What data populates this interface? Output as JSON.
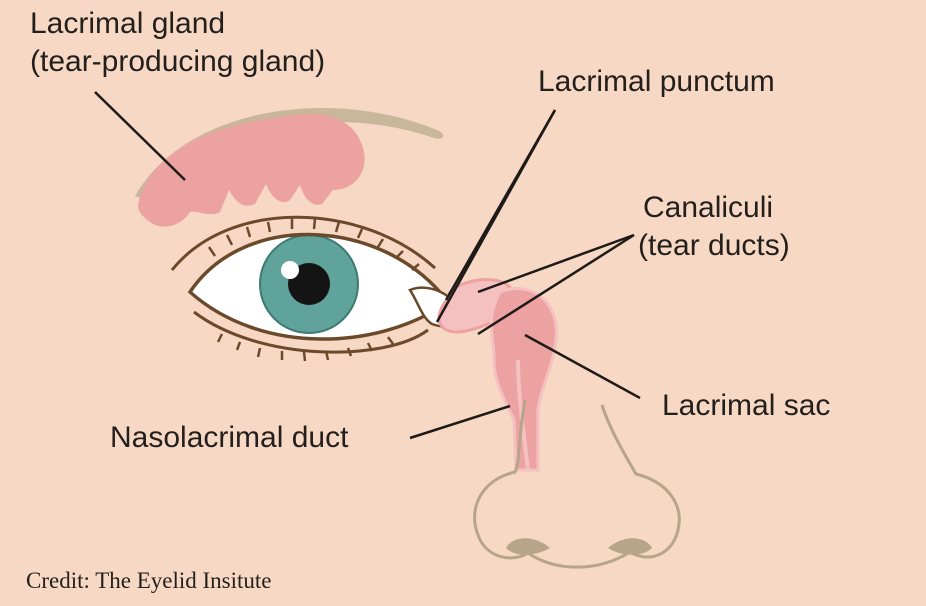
{
  "labels": {
    "lacrimal_gland": "Lacrimal gland",
    "lacrimal_gland_note": "(tear-producing gland)",
    "lacrimal_punctum": "Lacrimal punctum",
    "canaliculi": "Canaliculi",
    "canaliculi_note": "(tear ducts)",
    "lacrimal_sac": "Lacrimal sac",
    "nasolacrimal_duct": "Nasolacrimal duct"
  },
  "credit": "Credit: The Eyelid Insitute",
  "colors": {
    "background": "#f6d8c4",
    "gland_pink": "#eda2a2",
    "duct_light": "#f5c0c0",
    "iris": "#5fa39b",
    "brow": "#c9b79c",
    "outline": "#6b4a2c",
    "leader_line": "#1e1a17",
    "nostril": "#b6a58a"
  }
}
